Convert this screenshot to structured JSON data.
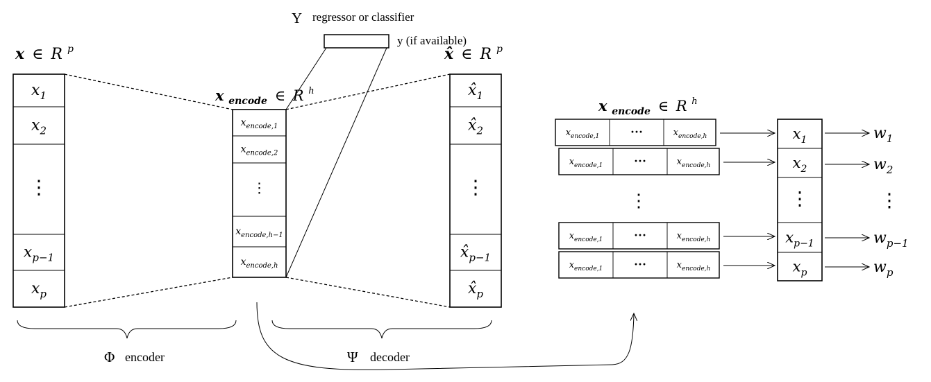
{
  "gamma": {
    "symbol": "Υ",
    "label": "regressor or classifier",
    "y_label": "y (if available)"
  },
  "phi": {
    "symbol": "Φ",
    "label": "encoder"
  },
  "psi": {
    "symbol": "Ψ",
    "label": "decoder"
  },
  "input": {
    "header_var": "x",
    "header_in": "∈",
    "header_space": "R",
    "header_exp": "p",
    "cells": [
      {
        "base": "x",
        "sub": "1"
      },
      {
        "base": "x",
        "sub": "2"
      },
      {
        "dots": "⋮"
      },
      {
        "base": "x",
        "sub": "p−1"
      },
      {
        "base": "x",
        "sub": "p"
      }
    ]
  },
  "encoded": {
    "header_var": "x",
    "header_sub": "encode",
    "header_in": "∈",
    "header_space": "R",
    "header_exp": "h",
    "cells": [
      {
        "base": "x",
        "sub": "encode,1"
      },
      {
        "base": "x",
        "sub": "encode,2"
      },
      {
        "dots": "⋮"
      },
      {
        "base": "x",
        "sub": "encode,h−1"
      },
      {
        "base": "x",
        "sub": "encode,h"
      }
    ]
  },
  "output": {
    "header_var": "x̂",
    "header_in": "∈",
    "header_space": "R",
    "header_exp": "p",
    "cells": [
      {
        "base": "x̂",
        "sub": "1"
      },
      {
        "base": "x̂",
        "sub": "2"
      },
      {
        "dots": "⋮"
      },
      {
        "base": "x̂",
        "sub": "p−1"
      },
      {
        "base": "x̂",
        "sub": "p"
      }
    ]
  },
  "weights": {
    "header_var": "x",
    "header_sub": "encode",
    "header_in": "∈",
    "header_space": "R",
    "header_exp": "h",
    "row_first": {
      "base": "x",
      "sub": "encode,1"
    },
    "row_dots": "···",
    "row_last": {
      "base": "x",
      "sub": "encode,h"
    },
    "rows_dots": "⋮",
    "features": [
      {
        "base": "x",
        "sub": "1"
      },
      {
        "base": "x",
        "sub": "2"
      },
      {
        "dots": "⋮"
      },
      {
        "base": "x",
        "sub": "p−1"
      },
      {
        "base": "x",
        "sub": "p"
      }
    ],
    "outputs": [
      {
        "base": "w",
        "sub": "1"
      },
      {
        "base": "w",
        "sub": "2"
      },
      {
        "dots": "⋮"
      },
      {
        "base": "w",
        "sub": "p−1"
      },
      {
        "base": "w",
        "sub": "p"
      }
    ]
  }
}
